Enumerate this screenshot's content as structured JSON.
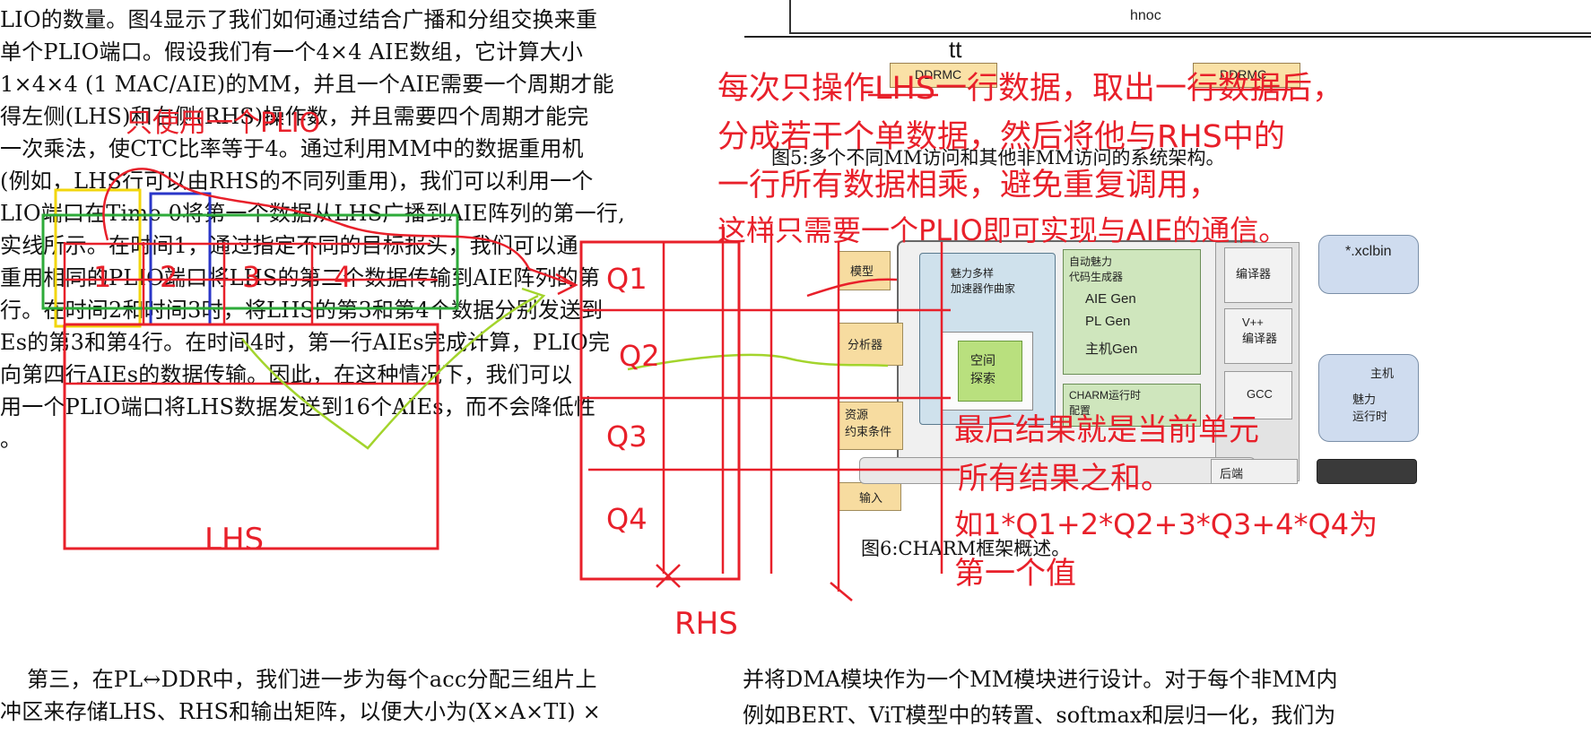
{
  "left_text": {
    "lines": [
      "LIO的数量。图4显示了我们如何通过结合广播和分组交换来重",
      "单个PLIO端口。假设我们有一个4×4 AIE数组，它计算大小",
      "1×4×4 (1 MAC/AIE)的MM，并且一个AIE需要一个周期才能",
      "得左侧(LHS)和右侧(RHS)操作数，并且需要四个周期才能完",
      "一次乘法，使CTC比率等于4。通过利用MM中的数据重用机",
      "(例如，LHS行可以由RHS的不同列重用)，我们可以利用一个",
      "LIO端口在Time 0将第一个数据从LHS广播到AIE阵列的第一行,",
      "实线所示。在时间1，通过指定不同的目标报头，我们可以通",
      "重用相同的PLIO端口将LHS的第二个数据传输到AIE阵列的第",
      "行。在时间2和时间3时，将LHS的第3和第4个数据分别发送到",
      "Es的第3和第4行。在时间4时，第一行AIEs完成计算，PLIO完",
      "向第四行AIEs的数据传输。因此，在这种情况下，我们可以",
      "用一个PLIO端口将LHS数据发送到16个AIEs，而不会降低性",
      "。"
    ],
    "bottom_lines": [
      "第三，在PL↔DDR中，我们进一步为每个acc分配三组片上",
      "冲区来存储LHS、RHS和输出矩阵，以便大小为(X×A×TI) ×"
    ]
  },
  "right_text": {
    "hnoc_label": "hnoc",
    "tt_label": "tt",
    "fig5_caption": "图5:多个不同MM访问和其他非MM访问的系统架构。",
    "fig6_caption": "图6:CHARM框架概述。",
    "bottom_lines": [
      "并将DMA模块作为一个MM模块进行设计。对于每个非MM内",
      "例如BERT、ViT模型中的转置、softmax和层归一化，我们为"
    ]
  },
  "diagram": {
    "model_label": "模型",
    "analyzer_label": "分析器",
    "resource_label": "资源\n约束条件",
    "input_label": "输入",
    "composer_label": "魅力多样\n加速器作曲家",
    "space_label": "空间\n探索",
    "autogen_title": "自动魅力\n代码生成器",
    "aie_gen": "AIE Gen",
    "pl_gen": "PL Gen",
    "host_gen": "主机Gen",
    "runtime_label": "CHARM运行时\n配置",
    "backend_label": "后端",
    "compiler1": "编译器",
    "vcc_label": "V++\n编译器",
    "gcc_label": "GCC",
    "xclbin_label": "*.xclbin",
    "host_label": "主机",
    "host_runtime": "魅力\n运行时",
    "ddrmc1": "DDRMC",
    "ddrmc2": "DDRMC"
  },
  "annotations": {
    "only_one_plio": "只使用一个PLIO",
    "n1": "1",
    "n2": "2",
    "n3": "3",
    "n4": "4",
    "lhs": "LHS",
    "rhs": "RHS",
    "q1": "Q1",
    "q2": "Q2",
    "q3": "Q3",
    "q4": "Q4",
    "note_lines": [
      "每次只操作LHS一行数据，取出一行数据后，",
      "分成若干个单数据，然后将他与RHS中的",
      "一行所有数据相乘，避免重复调用，",
      "这样只需要一个PLIO即可实现与AIE的通信。"
    ],
    "result_lines": [
      "最后结果就是当前单元",
      "所有结果之和。",
      "如1*Q1+2*Q2+3*Q3+4*Q4为",
      "第一个值"
    ]
  },
  "colors": {
    "red": "#e8202a",
    "yellow": "#f2d60c",
    "blue": "#2a36c8",
    "green": "#2eab3a",
    "lime": "#a3d42c"
  }
}
